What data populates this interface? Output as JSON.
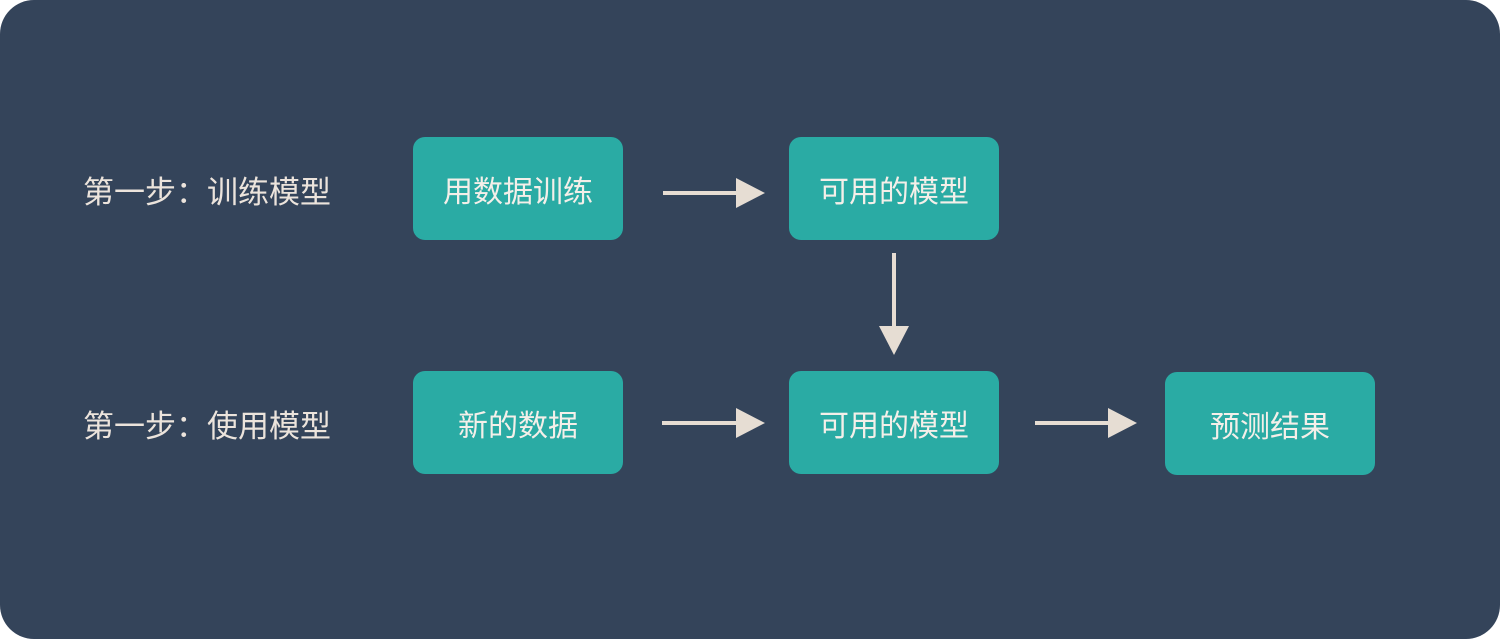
{
  "rows": [
    {
      "label": "第一步：训练模型",
      "steps": [
        "用数据训练",
        "可用的模型"
      ]
    },
    {
      "label": "第一步：使用模型",
      "steps": [
        "新的数据",
        "可用的模型",
        "预测结果"
      ]
    }
  ],
  "colors": {
    "background": "#34445a",
    "node": "#2aaba4",
    "text": "#ece4dc",
    "arrow": "#e6ddd3"
  }
}
